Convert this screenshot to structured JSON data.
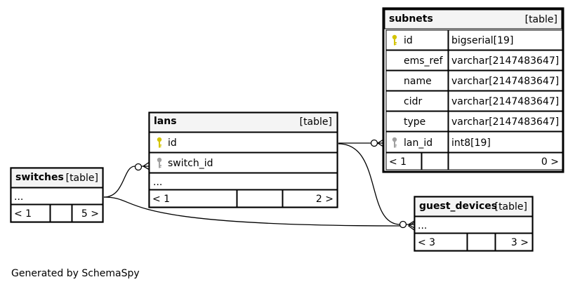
{
  "tables": {
    "subnets": {
      "name": "subnets",
      "kind": "[table]",
      "columns": [
        {
          "name": "id",
          "type": "bigserial[19]",
          "key": "primary"
        },
        {
          "name": "ems_ref",
          "type": "varchar[2147483647]",
          "key": "none"
        },
        {
          "name": "name",
          "type": "varchar[2147483647]",
          "key": "none"
        },
        {
          "name": "cidr",
          "type": "varchar[2147483647]",
          "key": "none"
        },
        {
          "name": "type",
          "type": "varchar[2147483647]",
          "key": "none"
        },
        {
          "name": "lan_id",
          "type": "int8[19]",
          "key": "foreign"
        }
      ],
      "parents": "< 1",
      "children": "0 >"
    },
    "lans": {
      "name": "lans",
      "kind": "[table]",
      "columns": [
        {
          "name": "id",
          "key": "primary"
        },
        {
          "name": "switch_id",
          "key": "foreign"
        }
      ],
      "ellipsis": "...",
      "parents": "< 1",
      "children": "2 >"
    },
    "switches": {
      "name": "switches",
      "kind": "[table]",
      "ellipsis": "...",
      "parents": "< 1",
      "children": "5 >"
    },
    "guest_devices": {
      "name": "guest_devices",
      "kind": "[table]",
      "ellipsis": "...",
      "parents": "< 3",
      "children": "3 >"
    }
  },
  "footer": "Generated by SchemaSpy",
  "colors": {
    "primary_key": "#d4c400",
    "foreign_key": "#a0a0a0",
    "header": "#f4f4f4"
  }
}
